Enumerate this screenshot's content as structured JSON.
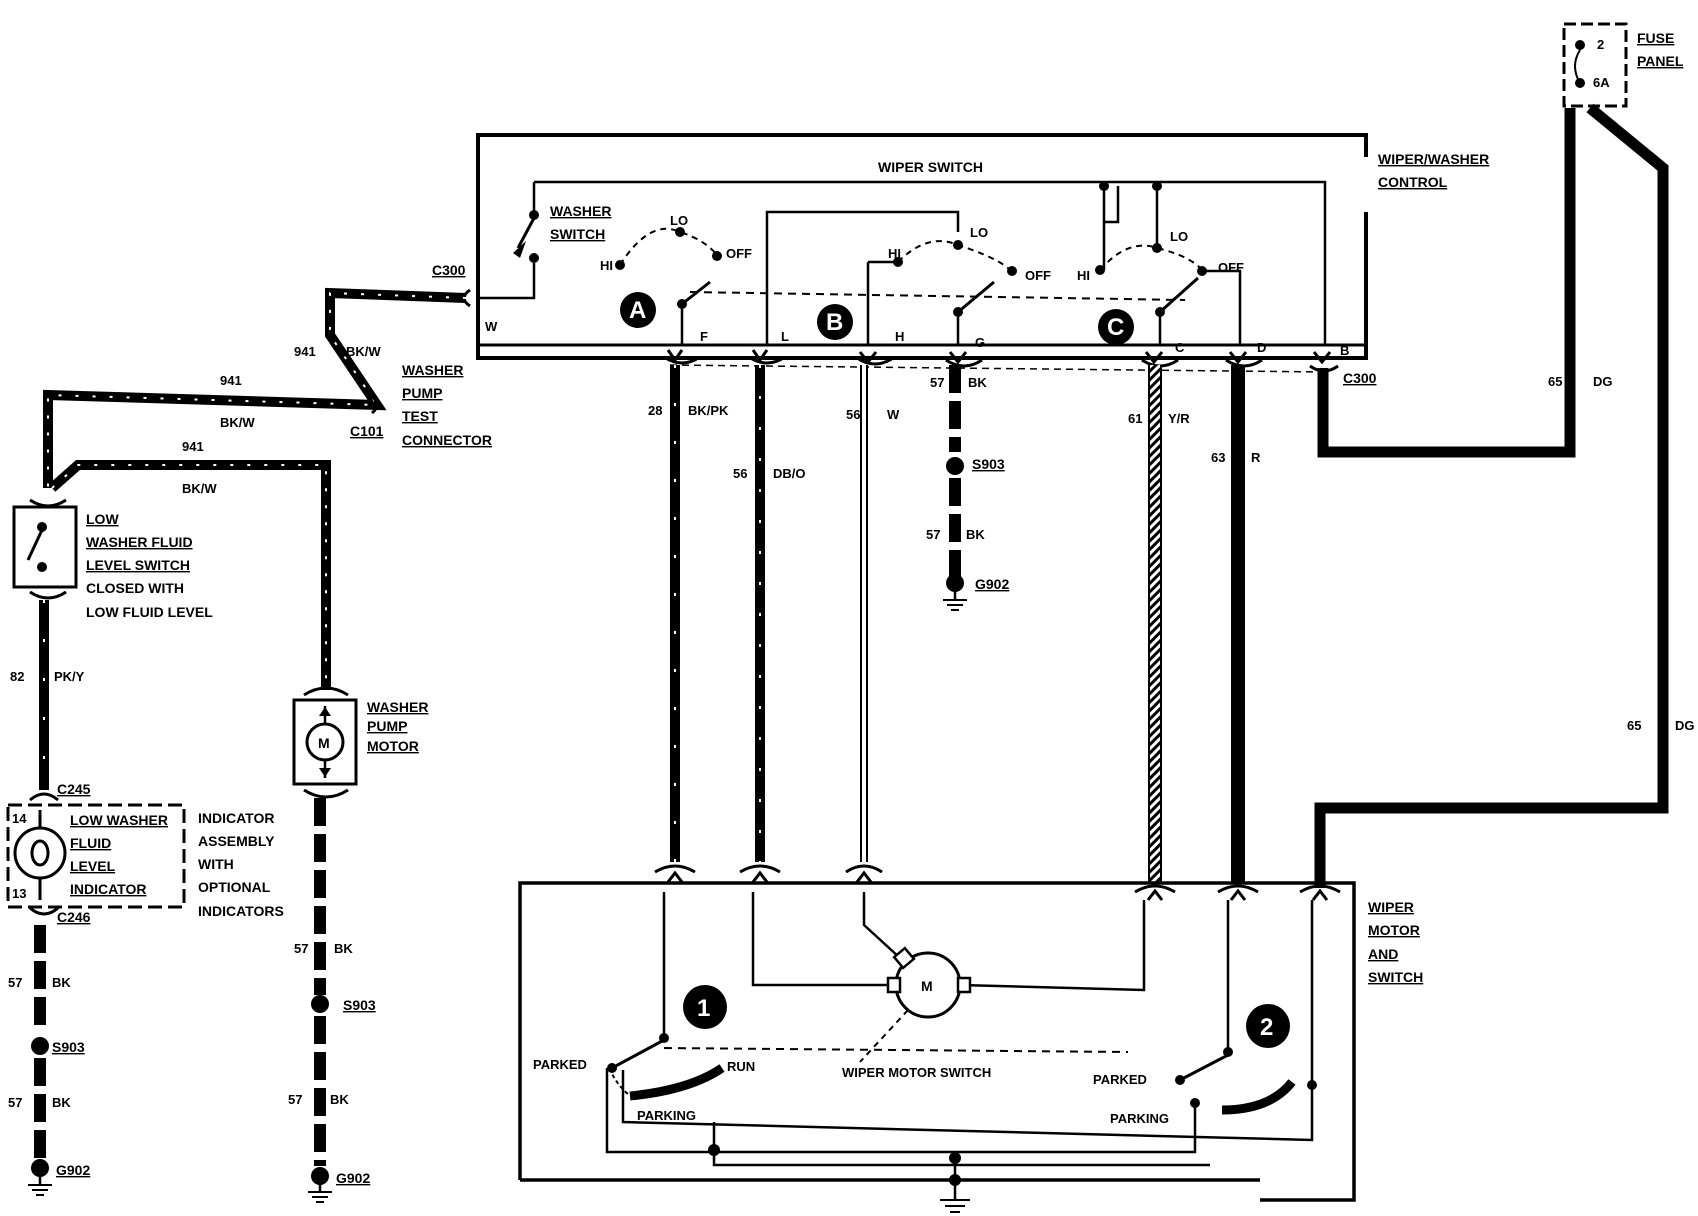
{
  "fuse_panel": {
    "label_1": "FUSE",
    "label_2": "PANEL",
    "fuse_number": "2",
    "fuse_rating": "6A"
  },
  "wiper_washer_control": {
    "label_1": "WIPER/WASHER",
    "label_2": "CONTROL"
  },
  "wiper_switch": {
    "title": "WIPER SWITCH",
    "washer_switch_1": "WASHER",
    "washer_switch_2": "SWITCH",
    "connector": "C300",
    "connector_right": "C300",
    "sections": [
      {
        "badge": "A",
        "hi": "HI",
        "lo": "LO",
        "off": "OFF"
      },
      {
        "badge": "B",
        "hi": "HI",
        "lo": "LO",
        "off": "OFF"
      },
      {
        "badge": "C",
        "hi": "HI",
        "lo": "LO",
        "off": "OFF"
      }
    ],
    "terminals": [
      "W",
      "F",
      "L",
      "H",
      "G",
      "C",
      "D",
      "B"
    ]
  },
  "wires": {
    "w28": {
      "num": "28",
      "color": "BK/PK"
    },
    "w56a": {
      "num": "56",
      "color": "DB/O"
    },
    "w56b": {
      "num": "56",
      "color": "W"
    },
    "w57a": {
      "num": "57",
      "color": "BK"
    },
    "w57b": {
      "num": "57",
      "color": "BK"
    },
    "w61": {
      "num": "61",
      "color": "Y/R"
    },
    "w63": {
      "num": "63",
      "color": "R"
    },
    "w65a": {
      "num": "65",
      "color": "DG"
    },
    "w65b": {
      "num": "65",
      "color": "DG"
    },
    "w941a": {
      "num": "941",
      "color": "BK/W"
    },
    "w941b": {
      "num": "941",
      "color": "BK/W"
    },
    "w941c": {
      "num": "941",
      "color": "BK/W"
    },
    "w82": {
      "num": "82",
      "color": "PK/Y"
    },
    "l57a": {
      "num": "57",
      "color": "BK"
    },
    "l57b": {
      "num": "57",
      "color": "BK"
    },
    "p57a": {
      "num": "57",
      "color": "BK"
    },
    "p57b": {
      "num": "57",
      "color": "BK"
    }
  },
  "splices": {
    "center": "S903",
    "left": "S903",
    "pump": "S903"
  },
  "grounds": {
    "center": "G902",
    "left": "G902",
    "pump": "G902"
  },
  "test_connector": {
    "l1": "WASHER",
    "l2": "PUMP",
    "l3": "TEST",
    "l4": "CONNECTOR",
    "id": "C101"
  },
  "low_fluid_switch": {
    "l1": "LOW",
    "l2": "WASHER FLUID",
    "l3": "LEVEL SWITCH",
    "l4": "CLOSED WITH",
    "l5": "LOW FLUID LEVEL"
  },
  "indicator": {
    "c245": "C245",
    "c246": "C246",
    "pin14": "14",
    "pin13": "13",
    "l1": "LOW WASHER",
    "l2": "FLUID",
    "l3": "LEVEL",
    "l4": "INDICATOR",
    "r1": "INDICATOR",
    "r2": "ASSEMBLY",
    "r3": "WITH",
    "r4": "OPTIONAL",
    "r5": "INDICATORS"
  },
  "washer_pump_motor": {
    "l1": "WASHER",
    "l2": "PUMP",
    "l3": "MOTOR",
    "m": "M"
  },
  "wiper_motor": {
    "l1": "WIPER",
    "l2": "MOTOR",
    "l3": "AND",
    "l4": "SWITCH",
    "m": "M",
    "switch_label": "WIPER MOTOR SWITCH",
    "badge1": "1",
    "badge2": "2",
    "parked1": "PARKED",
    "run1": "RUN",
    "parking1": "PARKING",
    "parked2": "PARKED",
    "parking2": "PARKING"
  }
}
